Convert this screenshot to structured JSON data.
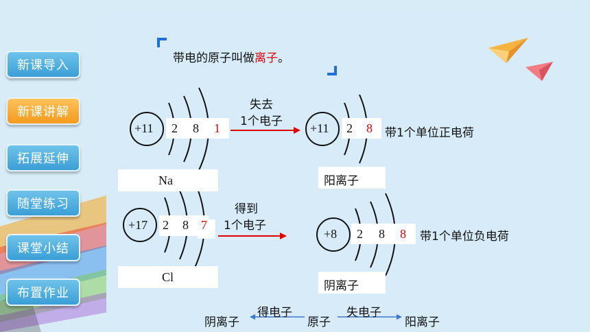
{
  "nav": {
    "items": [
      {
        "label": "新课导入",
        "active": false
      },
      {
        "label": "新课讲解",
        "active": true
      },
      {
        "label": "拓展延伸",
        "active": false
      },
      {
        "label": "随堂练习",
        "active": false
      },
      {
        "label": "课堂小结",
        "active": false
      },
      {
        "label": "布置作业",
        "active": false
      }
    ]
  },
  "title": {
    "prefix": "带电的原子叫做",
    "highlight": "离子",
    "suffix": "。"
  },
  "na": {
    "nucleus": "+11",
    "shells": [
      "2",
      "8",
      "1"
    ],
    "name": "Na",
    "arrow_top": "失去",
    "arrow_bottom": "1个电子",
    "ion_nucleus": "+11",
    "ion_shells": [
      "2",
      "8"
    ],
    "charge_text": "带1个单位正电荷",
    "ion_name": "阳离子"
  },
  "cl": {
    "nucleus": "+17",
    "shells": [
      "2",
      "8",
      "7"
    ],
    "name": "Cl",
    "arrow_top": "得到",
    "arrow_bottom": "1个电子",
    "ion_nucleus": "+8",
    "ion_shells": [
      "2",
      "8",
      "8"
    ],
    "charge_text": "带1个单位负电荷",
    "ion_name": "阴离子"
  },
  "summary": {
    "left": "阴离子",
    "left_arrow": "得电子",
    "middle": "原子",
    "right_arrow": "失电子",
    "right": "阳离子"
  },
  "colors": {
    "accent_red": "#e00000",
    "corner_blue": "#1e6fd9",
    "nav_blue": "#3a9fd6",
    "nav_orange": "#f39a1e"
  }
}
